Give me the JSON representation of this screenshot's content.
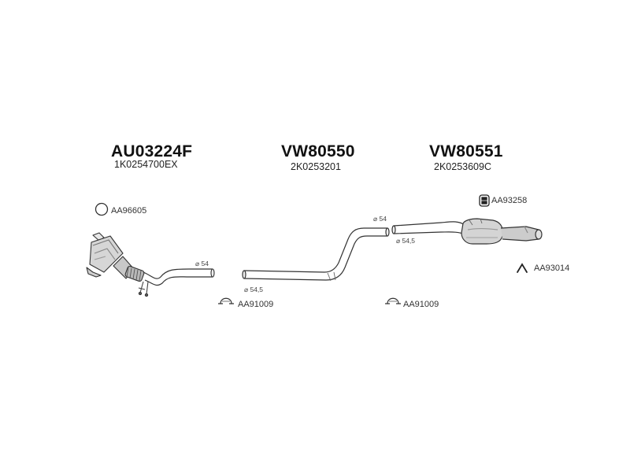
{
  "assemblies": [
    {
      "code": "AU03224F",
      "oem": "1K0254700EX"
    },
    {
      "code": "VW80550",
      "oem": "2K0253201"
    },
    {
      "code": "VW80551",
      "oem": "2K0253609C"
    }
  ],
  "accessories": {
    "seal_ring": "AA96605",
    "clamp_1": "AA91009",
    "clamp_2": "AA91009",
    "rubber_mount": "AA93258",
    "hanger": "AA93014"
  },
  "diameters": {
    "front_outlet": "⌀ 54",
    "middle_inlet": "⌀ 54,5",
    "middle_outlet": "⌀ 54",
    "rear_inlet": "⌀ 54,5"
  }
}
